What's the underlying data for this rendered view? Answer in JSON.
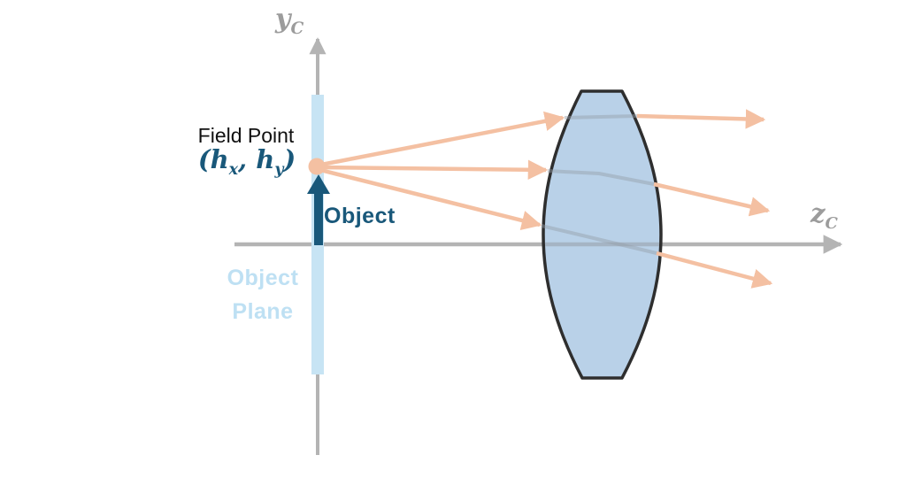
{
  "figure": {
    "type": "optics-diagram",
    "description": "A field point on the object plane emits three rays that refract through a biconvex lens, shown in a camera coordinate system."
  },
  "labels": {
    "y_axis": {
      "main": "y",
      "sub": "C"
    },
    "z_axis": {
      "main": "z",
      "sub": "C"
    },
    "field_point_title": "Field Point",
    "field_point_coords": {
      "open": "(",
      "h1": "h",
      "sub1": "x",
      "sep": ", ",
      "h2": "h",
      "sub2": "y",
      "close": ")"
    },
    "object_arrow": "Object",
    "object_plane": {
      "line1": "Object",
      "line2": "Plane"
    }
  },
  "colors": {
    "axis_gray": "#b4b4b4",
    "axis_label_gray": "#9c9c9c",
    "ray_salmon": "#f4c0a2",
    "field_point_dot": "#f4c0a2",
    "teal_dark": "#19587a",
    "object_plane_blue": "#c7e4f4",
    "object_plane_label_blue": "#bee0f3",
    "lens_fill": "#b9d1e8",
    "lens_outline": "#2e2e2e",
    "interior_ray_gray": "rgba(148,157,168,0.45)",
    "text_black": "#111111",
    "background": "#ffffff"
  }
}
